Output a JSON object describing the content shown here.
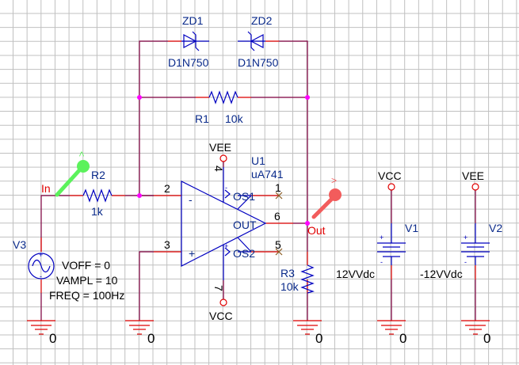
{
  "colors": {
    "grid": "#c0c0c0",
    "wire": "#800040",
    "pin": "#e00000",
    "part": "#0000c0",
    "node": "#ff00ff",
    "text_part": "#0a2a8a",
    "text_black": "#000000",
    "net_label": "#e00000",
    "probe_in": "#5cf25c",
    "probe_out": "#f25c5c",
    "offpage": "#e00000"
  },
  "components": {
    "zd1": {
      "ref": "ZD1",
      "value": "D1N750"
    },
    "zd2": {
      "ref": "ZD2",
      "value": "D1N750"
    },
    "r1": {
      "ref": "R1",
      "value": "10k"
    },
    "r2": {
      "ref": "R2",
      "value": "1k"
    },
    "r3": {
      "ref": "R3",
      "value": "10k"
    },
    "u1": {
      "ref": "U1",
      "value": "uA741",
      "minus": "-",
      "plus": "+",
      "os1": "OS1",
      "os2": "OS2",
      "out": "OUT",
      "vplus_mark": "+",
      "vminus_mark": "-"
    },
    "v1": {
      "ref": "V1",
      "value": "12VVdc",
      "plus": "+",
      "minus": "-"
    },
    "v2": {
      "ref": "V2",
      "value": "-12VVdc",
      "plus": "+",
      "minus": "-"
    },
    "v3": {
      "ref": "V3",
      "params": [
        "VOFF = 0",
        "VAMPL = 10",
        "FREQ = 100Hz"
      ],
      "plus": "+",
      "minus": "-"
    }
  },
  "pins": {
    "p2": "2",
    "p3": "3",
    "p4": "4",
    "p7": "7",
    "p1": "1",
    "p5": "5",
    "p6": "6"
  },
  "power": {
    "vee_u1": "VEE",
    "vcc_u1": "VCC",
    "vcc_v1": "VCC",
    "vee_v2": "VEE"
  },
  "nets": {
    "in": "In",
    "out": "Out"
  },
  "grounds": [
    "0",
    "0",
    "0",
    "0",
    "0"
  ],
  "probes": {
    "in_marker": ">",
    "out_marker": ">"
  }
}
